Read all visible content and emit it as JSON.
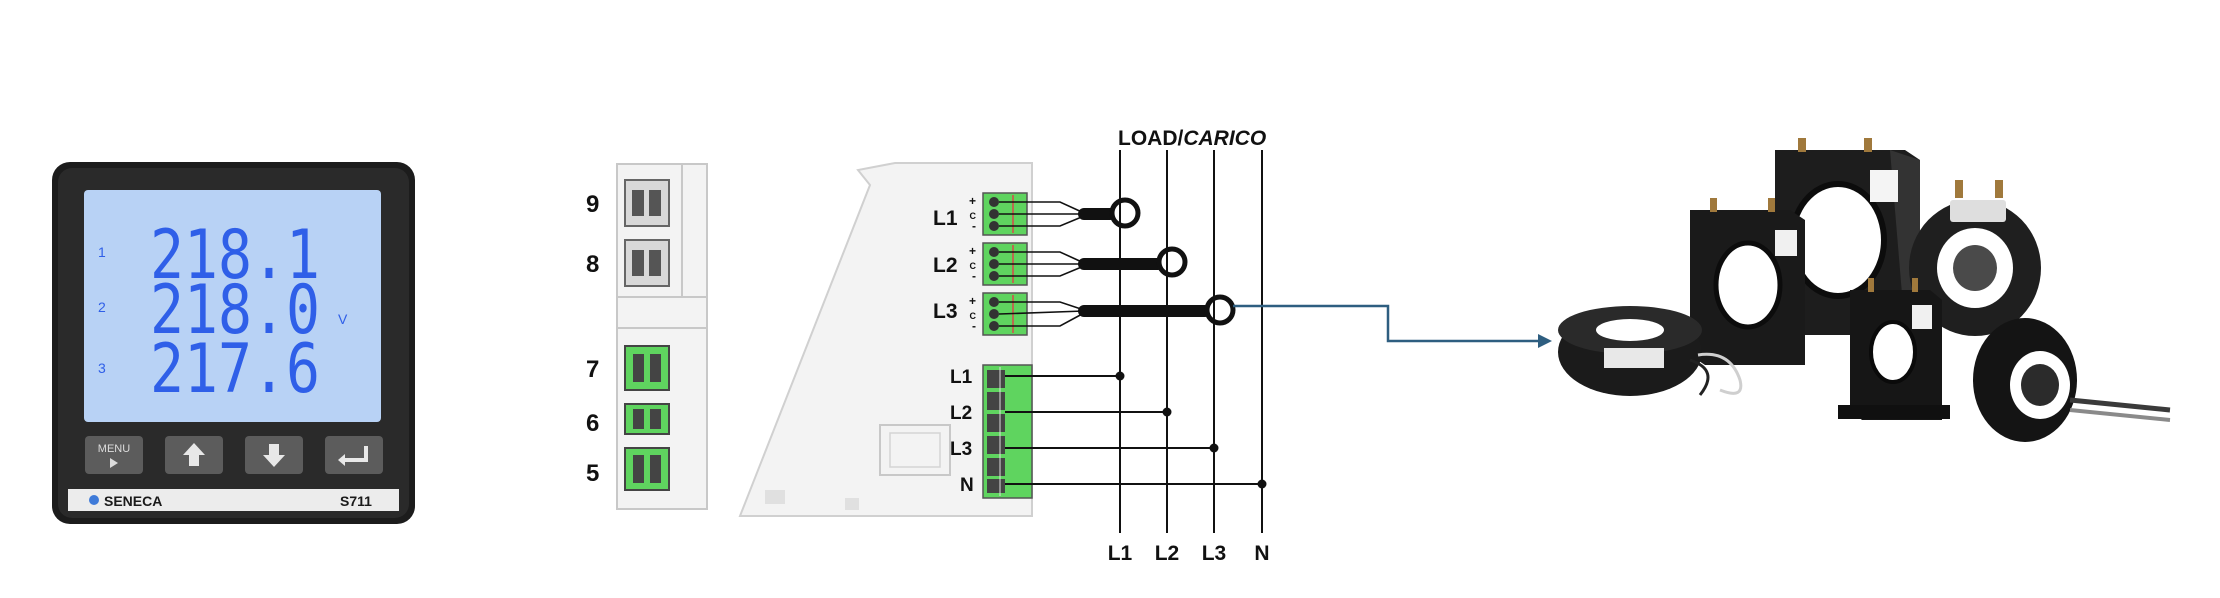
{
  "meter": {
    "readings": [
      {
        "line": "1",
        "value": "218.1"
      },
      {
        "line": "2",
        "value": "218.0"
      },
      {
        "line": "3",
        "value": "217.6"
      }
    ],
    "unit": "V",
    "menu_label": "MENU",
    "brand": "SENECA",
    "model": "S711",
    "colors": {
      "lcd": "#b8d2f5",
      "digits": "#2f5fe8",
      "bezel": "#222222"
    }
  },
  "wiring": {
    "terminal_numbers": [
      "9",
      "8",
      "7",
      "6",
      "5"
    ],
    "ct_inputs": [
      {
        "label": "L1",
        "pins": [
          "+",
          "C",
          "-"
        ]
      },
      {
        "label": "L2",
        "pins": [
          "+",
          "C",
          "-"
        ]
      },
      {
        "label": "L3",
        "pins": [
          "+",
          "C",
          "-"
        ]
      }
    ],
    "voltage_inputs": [
      "L1",
      "L2",
      "L3",
      "N"
    ],
    "load_label": "LOAD/",
    "load_label_italic": "CARICO",
    "bus_labels": [
      "L1",
      "L2",
      "L3",
      "N"
    ],
    "colors": {
      "terminal": "#5fd45f",
      "arrow": "#2e5e80"
    }
  },
  "products": {
    "icons": [
      "current-transformer-icon"
    ]
  }
}
